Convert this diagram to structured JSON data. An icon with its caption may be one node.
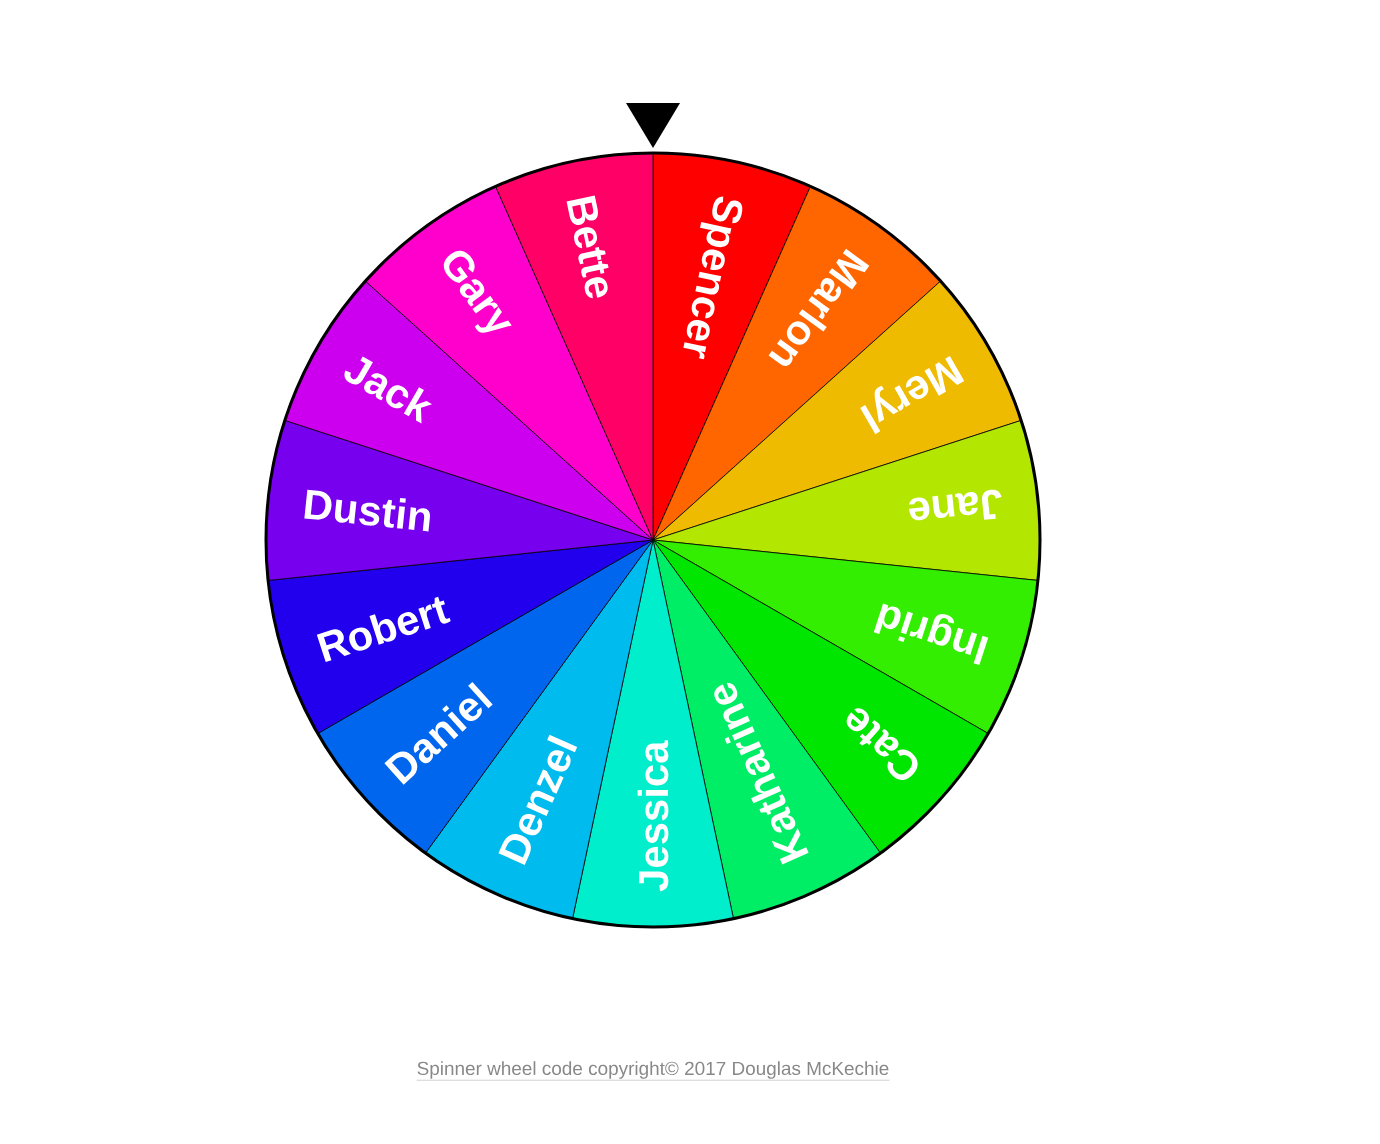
{
  "diagram": {
    "nodes": [
      {
        "text": [
          "Spencer"
        ]
      },
      {
        "text": [
          "Marlon"
        ]
      },
      {
        "text": [
          "Meryl"
        ]
      },
      {
        "text": [
          "Jane"
        ]
      },
      {
        "text": [
          "Ingrid"
        ]
      },
      {
        "text": [
          "Cate"
        ]
      },
      {
        "text": [
          "Katharine"
        ]
      },
      {
        "text": [
          "Jessica"
        ]
      },
      {
        "text": [
          "Denzel"
        ]
      },
      {
        "text": [
          "Daniel"
        ]
      },
      {
        "text": [
          "Robert"
        ]
      },
      {
        "text": [
          "Dustin"
        ]
      },
      {
        "text": [
          "Jack"
        ]
      },
      {
        "text": [
          "Gary"
        ]
      },
      {
        "text": [
          "Bette"
        ]
      }
    ],
    "labels": [
      "Spinner wheel code copyright© 2017 Douglas McKechie"
    ]
  }
}
